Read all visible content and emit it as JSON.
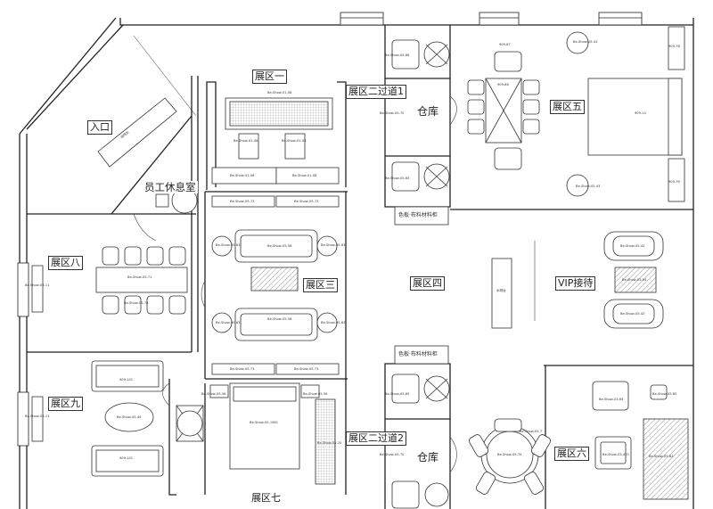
{
  "zones": {
    "entrance": "入口",
    "staff_room": "员工休息室",
    "zone1": "展区一",
    "zone2_corridor_1": "展区二过道1",
    "zone2_corridor_2": "展区二过道2",
    "warehouse_top": "仓库",
    "warehouse_bottom": "仓库",
    "zone3": "展区三",
    "zone4": "展区四",
    "zone5": "展区五",
    "zone6": "展区六",
    "zone7": "展区七",
    "zone8": "展区八",
    "zone9": "展区九",
    "vip": "VIP接待"
  },
  "cabinets": {
    "top": "色板·布料材料柜",
    "bottom": "色板·布料材料柜"
  },
  "codes": {
    "reception_desk": "接待台",
    "center_desk": "水吧台",
    "z1_console": "Be-Show-01-08",
    "z1_chair_l": "Be-Show-01-08",
    "z1_chair_r": "Be-Show-01-08",
    "z1_bench_l": "Be-Show-01-08",
    "z1_bench_r": "Be-Show-01-08",
    "z3_top_bench_l": "Be-Show-05-73",
    "z3_top_bench_r": "Be-Show-05-73",
    "z3_sofa_top": "Be-Show-05-58",
    "z3_side_tl": "Be-Show-05-63",
    "z3_side_tr": "Be-Show-05-63",
    "z3_sofa_bottom": "Be-Show-05-58",
    "z3_side_bl": "Be-Show-05-63",
    "z3_side_br": "Be-Show-05-63",
    "z3_bot_bench_l": "Be-Show-05-73",
    "z3_bot_bench_r": "Be-Show-05-73",
    "z8_table": "Be-Show-05-71",
    "z8_chair": "Be-Show-05-78",
    "z8_side": "Be-Show-03-11",
    "z9_side": "Be-Show-03-11",
    "z9_sofa_top": "909-101",
    "z9_table": "Be-Show-05-44",
    "z9_sofa_bottom": "909-101",
    "z7_bed": "Be-Show-05-1581",
    "z7_night_l": "Be-Show-05-56",
    "z7_night_r": "Be-Show-05-56",
    "z7_rack": "Be-Show-05-20",
    "wh_top_chair1": "Be-Show-05-66",
    "wh_top_chair2": "Be-Show-05-70",
    "wh_top_chair3": "Be-Show-05-65",
    "wh_bot_chair1": "Be-Show-05-65",
    "wh_bot_chair2": "Be-Show-05-70",
    "z5_chair": "909-87",
    "z5_table": "909-88",
    "z5_bed": "909-14",
    "z5_night_top": "909-78",
    "z5_night_bottom": "909-76",
    "z5_lounge_top": "Be-Show-05-43",
    "z5_lounge_bottom": "Be-Show-05-43",
    "vip_sofa_top": "Be-Show-05-42",
    "vip_table": "Be-Show-05-54",
    "vip_sofa_bottom": "Be-Show-05-42",
    "z6_round_table": "Be-Show-05-74",
    "z6_chair_top": "Be-Show-05-7",
    "z6_arm_chair": "Be-Show-03-64",
    "z6_stool": "Be-Show-05-85",
    "z6_coffee_table": "Be-Show-03-423",
    "z6_sofa": "Be-Show-05-62"
  }
}
